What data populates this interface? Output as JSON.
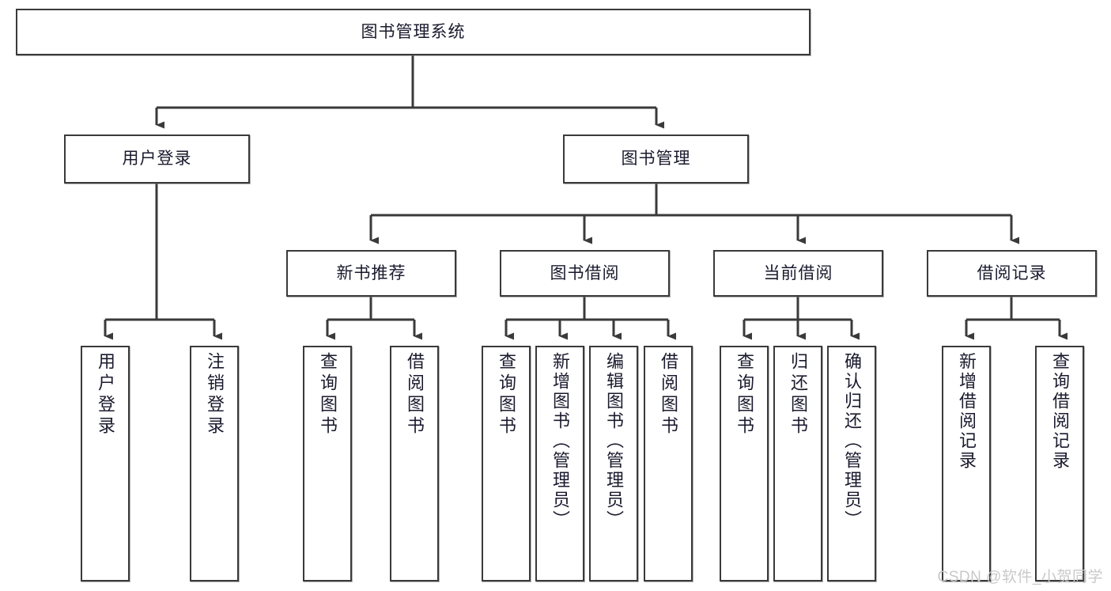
{
  "diagram": {
    "type": "tree-hierarchy-chart",
    "title": "图书管理系统",
    "watermark": "CSDN @软件_小贺同学",
    "colors": {
      "box_border": "#3a3a3a",
      "box_fill": "#ffffff",
      "text": "#1a1a2e",
      "connector": "#3a3a3a",
      "watermark": "#c9c9c9"
    },
    "root": {
      "label": "图书管理系统"
    },
    "level2": [
      {
        "label": "用户登录"
      },
      {
        "label": "图书管理"
      }
    ],
    "level3": [
      {
        "label": "新书推荐"
      },
      {
        "label": "图书借阅"
      },
      {
        "label": "当前借阅"
      },
      {
        "label": "借阅记录"
      }
    ],
    "leaves": {
      "user_login": [
        {
          "label": "用户登录"
        },
        {
          "label": "注销登录"
        }
      ],
      "new_book_recommend": [
        {
          "label": "查询图书"
        },
        {
          "label": "借阅图书"
        }
      ],
      "book_borrow": [
        {
          "label": "查询图书"
        },
        {
          "label": "新增图书（管理员）"
        },
        {
          "label": "编辑图书（管理员）"
        },
        {
          "label": "借阅图书"
        }
      ],
      "current_borrow": [
        {
          "label": "查询图书"
        },
        {
          "label": "归还图书"
        },
        {
          "label": "确认归还（管理员）"
        }
      ],
      "borrow_record": [
        {
          "label": "新增借阅记录"
        },
        {
          "label": "查询借阅记录"
        }
      ]
    }
  }
}
